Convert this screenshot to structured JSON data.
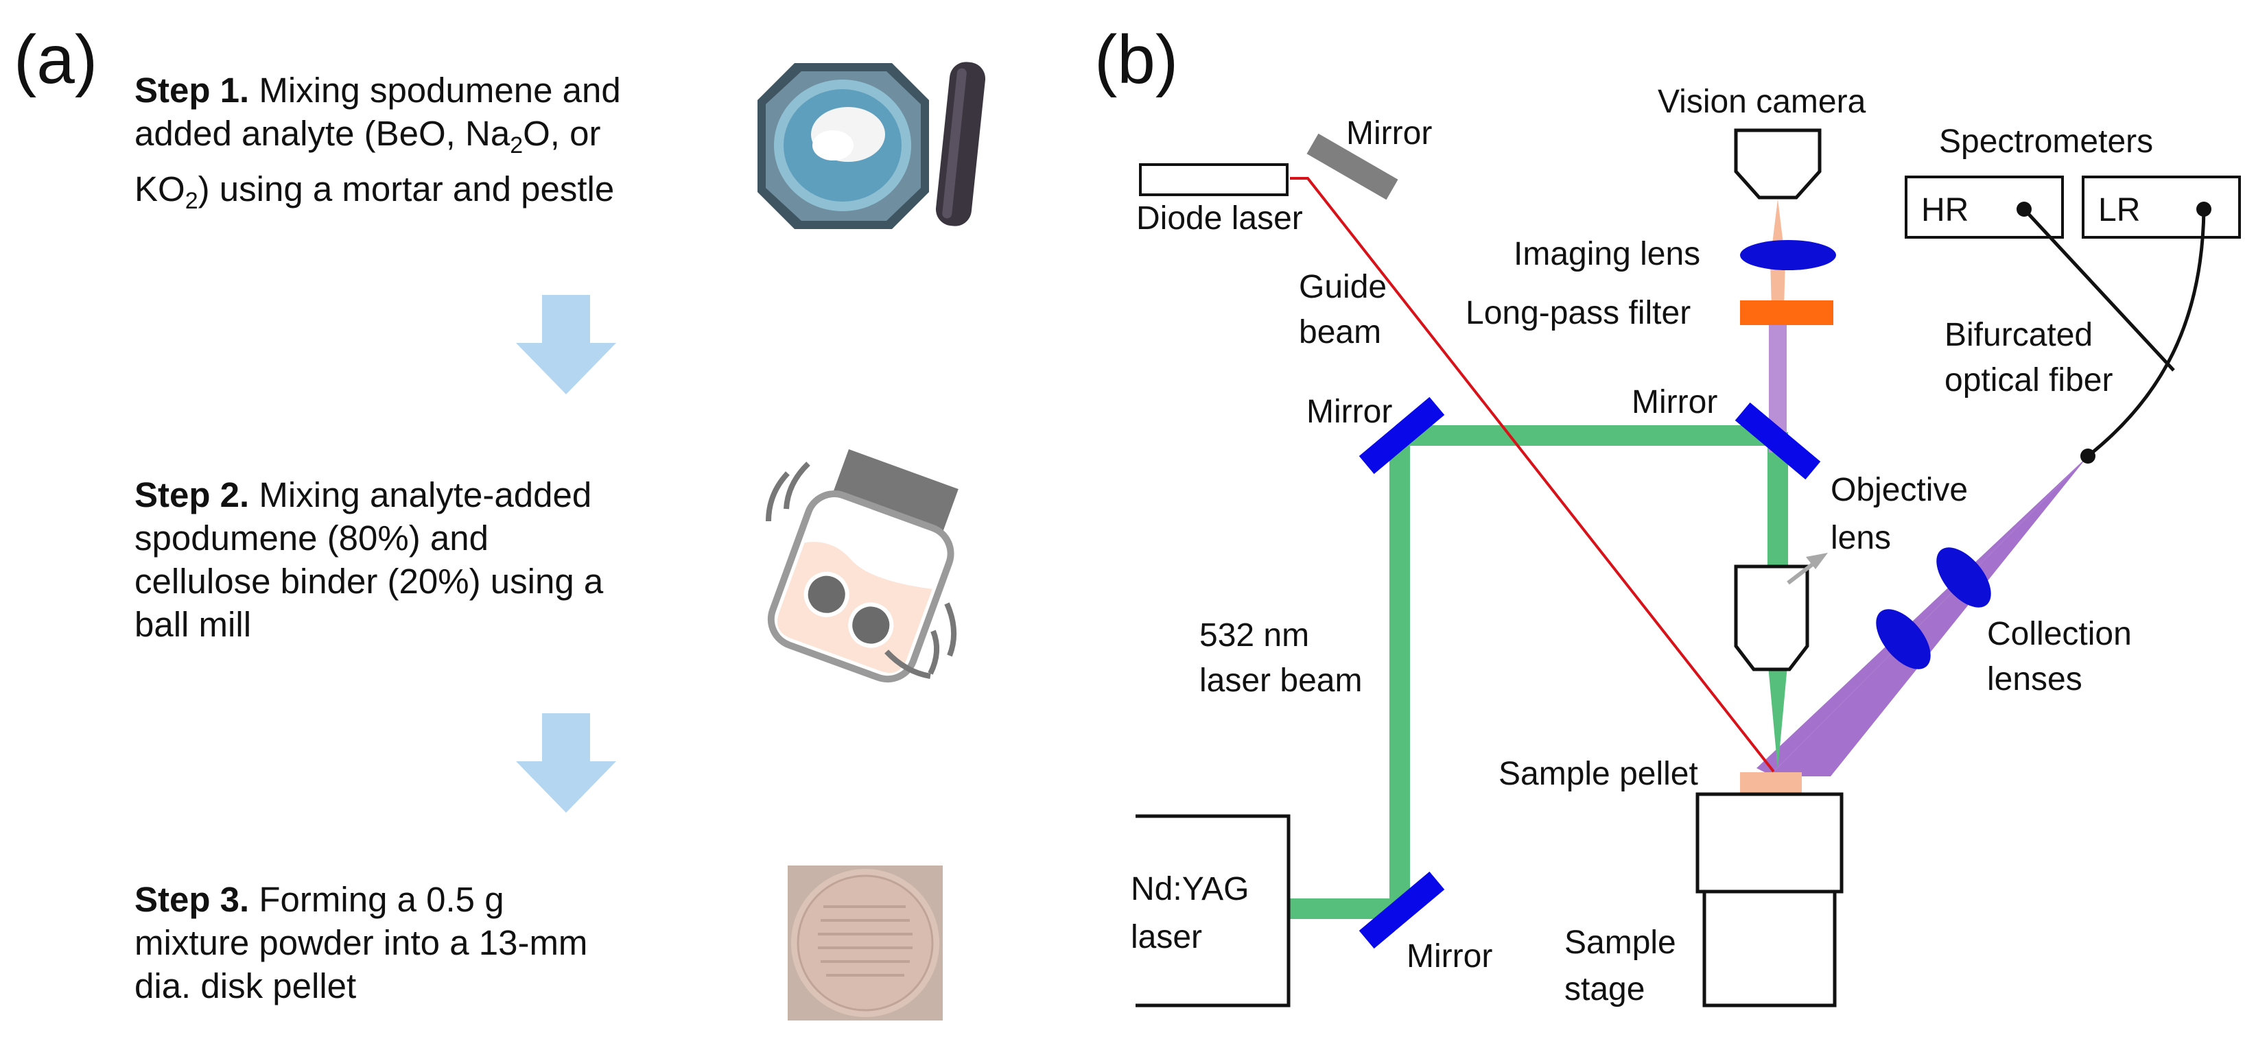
{
  "panel_a": {
    "label": "(a)",
    "steps": [
      {
        "bold": "Step 1.",
        "lines": [
          "Mixing spodumene and",
          "added analyte (BeO, Na",
          "KO",
          ") using a mortar and pestle"
        ],
        "sub2": "2",
        "after_na": "O, or"
      },
      {
        "bold": "Step 2.",
        "lines": [
          "Mixing analyte-added",
          "spodumene (80%) and",
          "cellulose binder (20%) using a",
          "ball mill"
        ]
      },
      {
        "bold": "Step 3.",
        "lines": [
          "Forming a 0.5 g",
          "mixture powder into a 13-mm",
          "dia. disk pellet"
        ]
      }
    ]
  },
  "panel_b": {
    "label": "(b)",
    "labels": {
      "mirror_top": "Mirror",
      "diode_laser": "Diode laser",
      "guide_beam_1": "Guide",
      "guide_beam_2": "beam",
      "vision_camera": "Vision camera",
      "imaging_lens": "Imaging lens",
      "long_pass_filter": "Long-pass filter",
      "spectrometers": "Spectrometers",
      "hr": "HR",
      "lr": "LR",
      "bifurcated_1": "Bifurcated",
      "bifurcated_2": "optical fiber",
      "mirror_left": "Mirror",
      "mirror_right": "Mirror",
      "objective_1": "Objective",
      "objective_2": "lens",
      "beam_1": "532 nm",
      "beam_2": "laser beam",
      "collection_1": "Collection",
      "collection_2": "lenses",
      "sample_pellet": "Sample pellet",
      "ndyag_1": "Nd:YAG",
      "ndyag_2": "laser",
      "mirror_bottom": "Mirror",
      "sample_stage_1": "Sample",
      "sample_stage_2": "stage"
    },
    "colors": {
      "green_beam": "#55bf7b",
      "red_beam": "#d9121a",
      "mirror_blue": "#0808e8",
      "lens_blue": "#0d0dd8",
      "filter_orange": "#ff6a10",
      "purple_light": "#b98fd6",
      "collection_purple": "#a472cc",
      "peach": "#f6b99a",
      "arrow_blue": "#b4d6f0"
    }
  }
}
